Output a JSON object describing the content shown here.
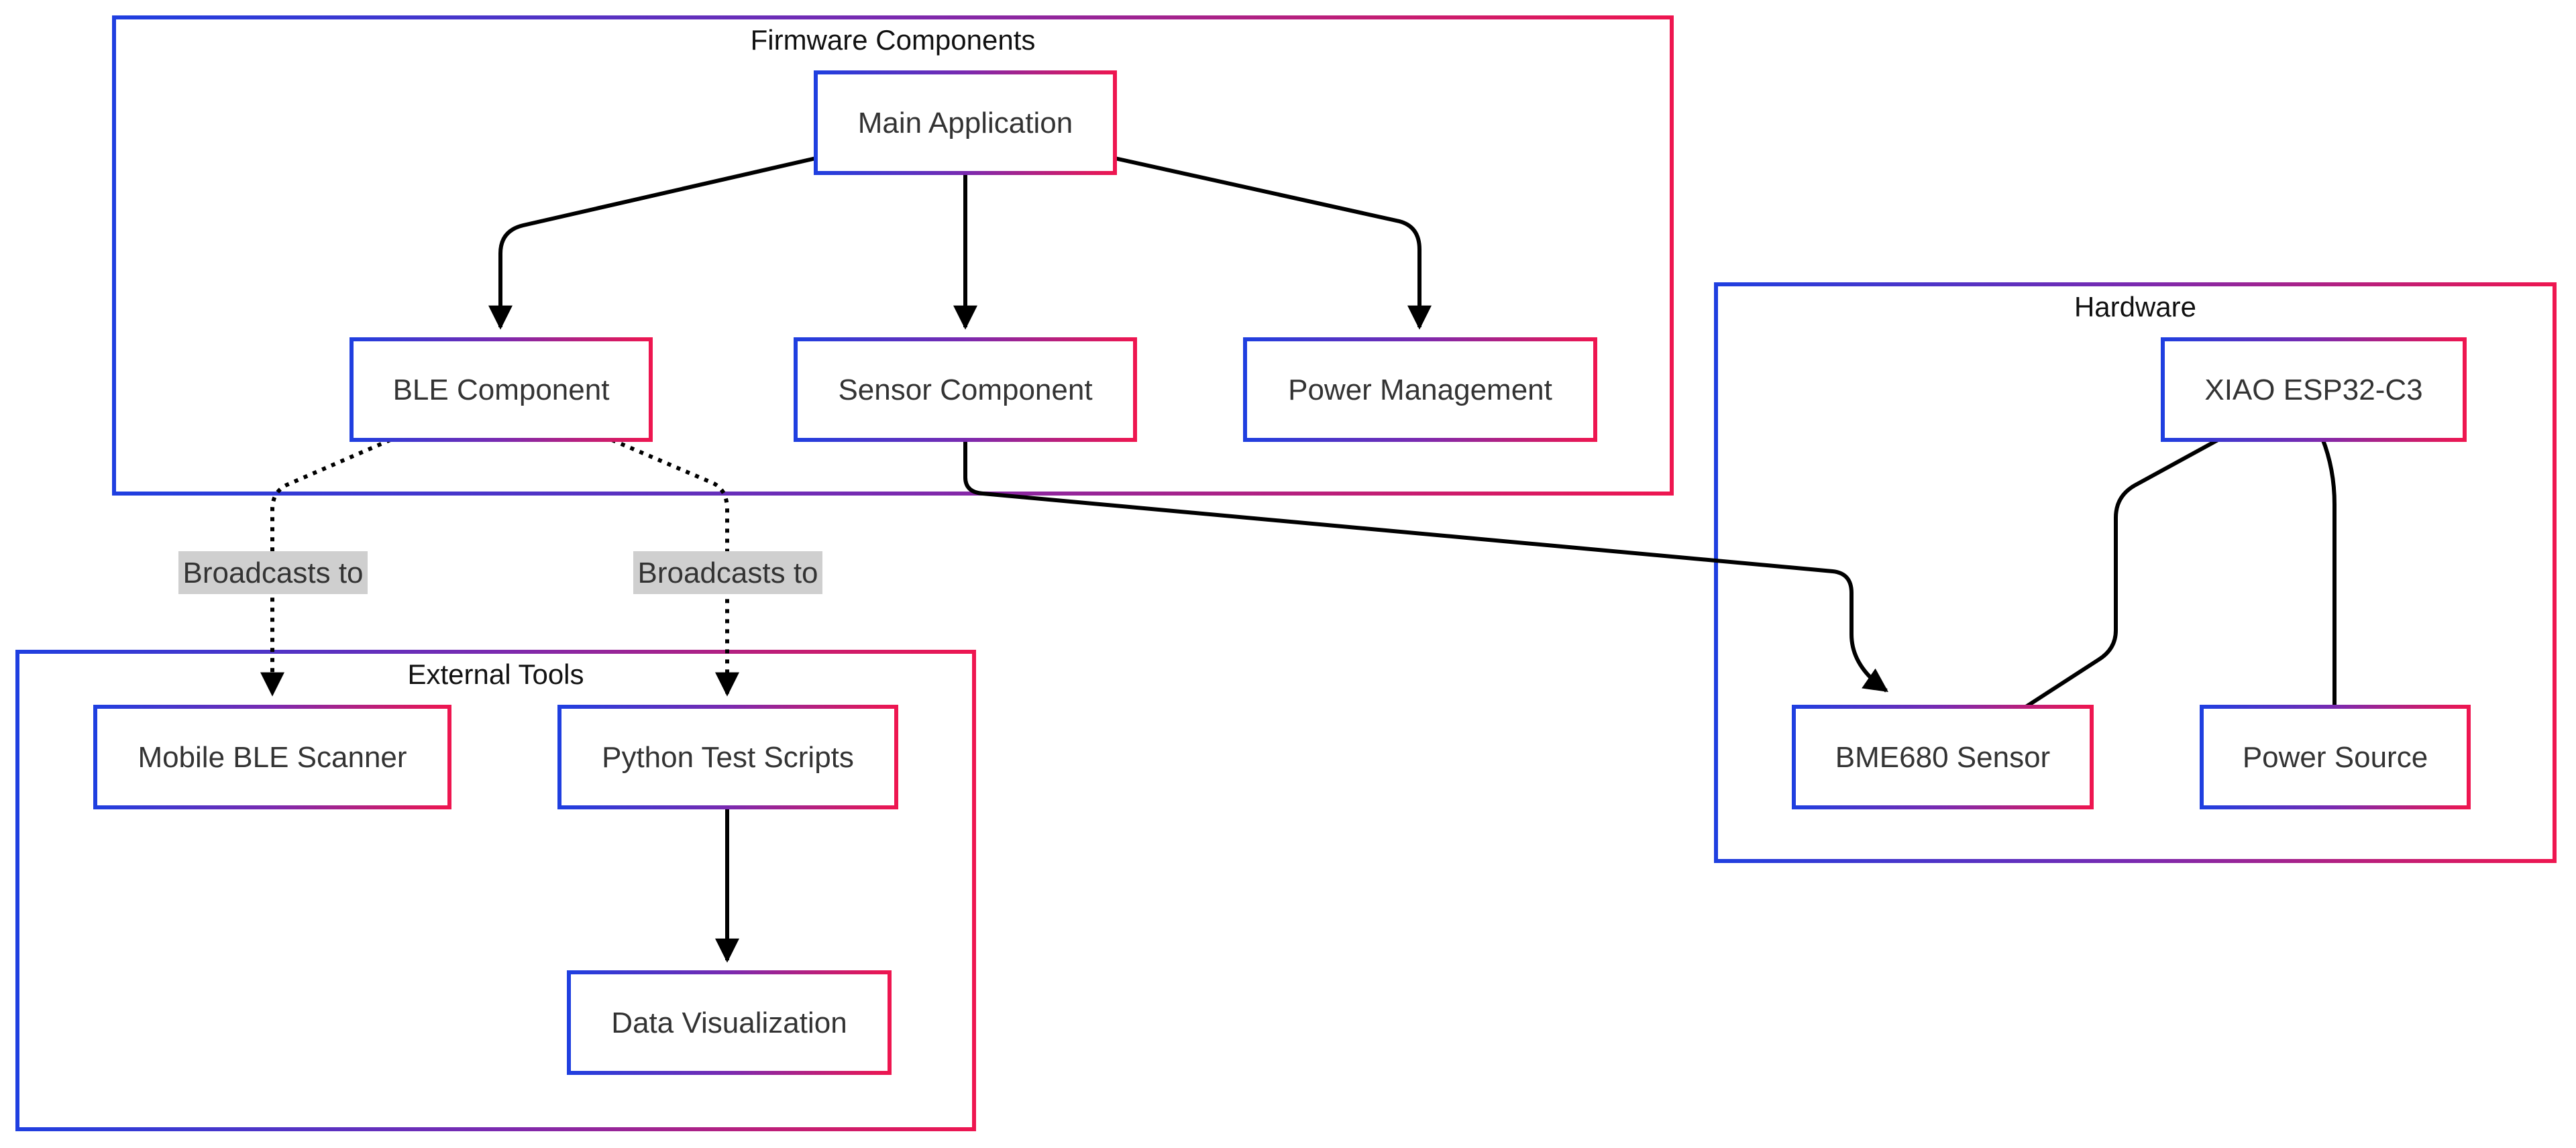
{
  "colors": {
    "gradient_start": "#1f3fe0",
    "gradient_mid": "#7a2ab0",
    "gradient_end": "#ee1650",
    "edge": "#000000",
    "edge_label_bg": "#cfcfcf",
    "text": "#333333"
  },
  "clusters": {
    "firmware": {
      "title": "Firmware Components"
    },
    "hardware": {
      "title": "Hardware"
    },
    "external": {
      "title": "External Tools"
    }
  },
  "nodes": {
    "main_app": "Main Application",
    "ble": "BLE Component",
    "sensor_comp": "Sensor Component",
    "power_mgmt": "Power Management",
    "xiao": "XIAO ESP32-C3",
    "bme680": "BME680 Sensor",
    "power_source": "Power Source",
    "mobile_scanner": "Mobile BLE Scanner",
    "python_scripts": "Python Test Scripts",
    "data_vis": "Data Visualization"
  },
  "edges": {
    "ble_to_scanner_label": "Broadcasts to",
    "ble_to_python_label": "Broadcasts to"
  }
}
